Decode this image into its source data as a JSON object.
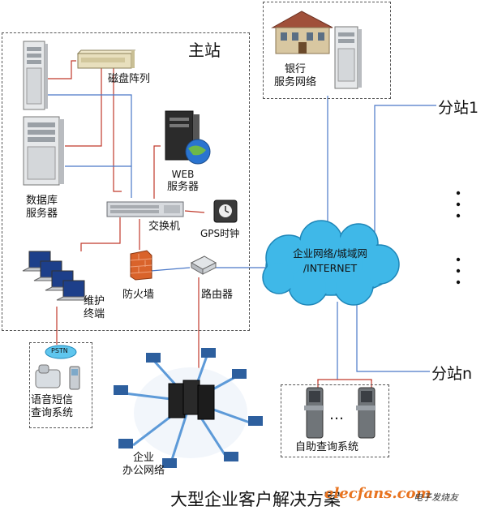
{
  "main_station": {
    "title": "主站",
    "disk_array": "磁盘阵列",
    "web_server": [
      "WEB",
      "服务器"
    ],
    "db_server": [
      "数据库",
      "服务器"
    ],
    "switch": "交换机",
    "gps_clock": "GPS时钟",
    "maint_terminal": [
      "维护",
      "终端"
    ],
    "firewall": "防火墙",
    "router": "路由器"
  },
  "bank": {
    "label": [
      "银行",
      "服务网络"
    ]
  },
  "cloud": {
    "label": [
      "企业网络/城域网",
      "/INTERNET"
    ]
  },
  "substations": {
    "first": "分站1",
    "last": "分站n"
  },
  "pstn": {
    "badge": "PSTN",
    "label": [
      "语音短信",
      "查询系统"
    ]
  },
  "office": {
    "label": [
      "企业",
      "办公网络"
    ]
  },
  "kiosk": {
    "ellipsis": "…",
    "label": "自助查询系统"
  },
  "caption": "大型企业客户解决方案",
  "watermark": {
    "site": "elecfans.com",
    "cn": "电子发烧友"
  },
  "colors": {
    "red_link": "#c0392b",
    "blue_link": "#4a78c8",
    "cloud": "#3fb8e8"
  }
}
